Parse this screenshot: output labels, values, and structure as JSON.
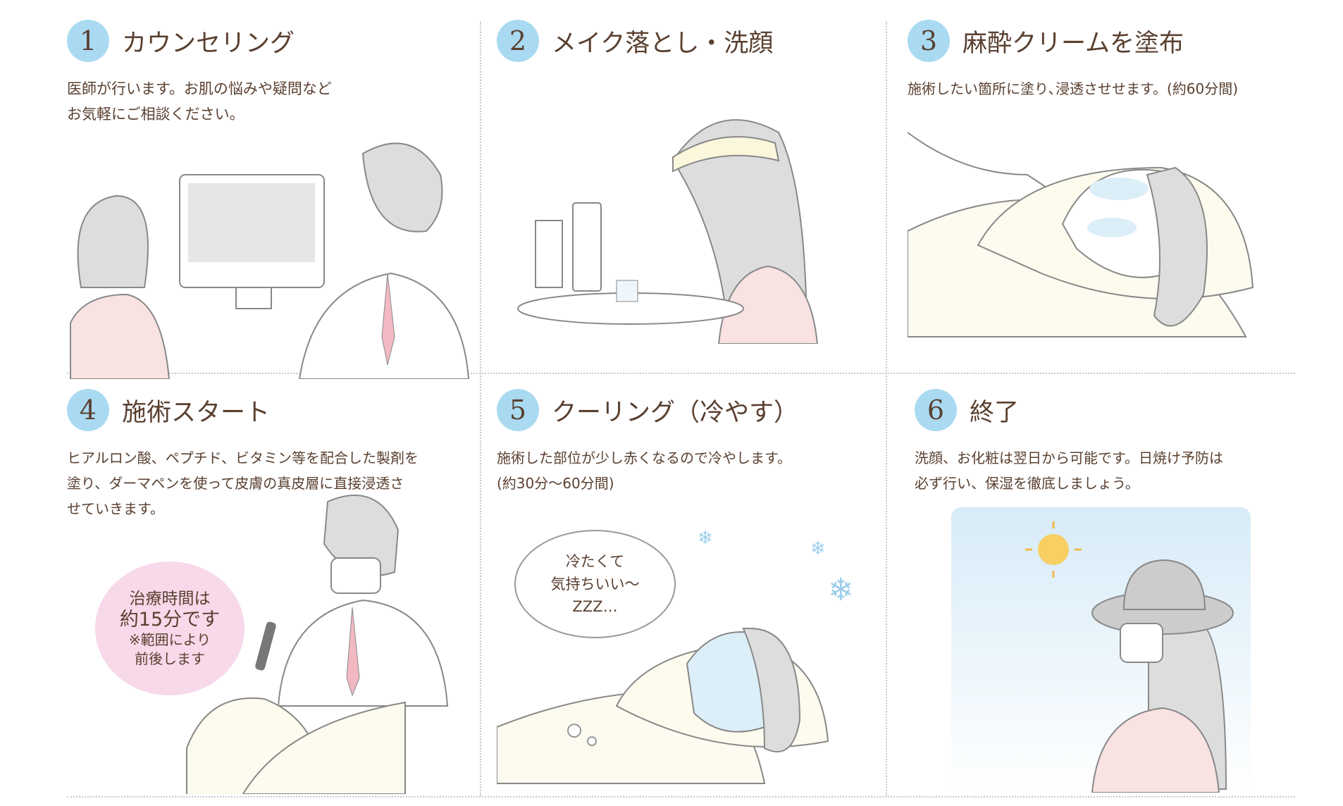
{
  "steps": [
    {
      "number": "1",
      "title": "カウンセリング",
      "description": "医師が行います。お肌の悩みや疑問など\nお気軽にご相談ください。"
    },
    {
      "number": "2",
      "title": "メイク落とし・洗顔",
      "description": ""
    },
    {
      "number": "3",
      "title": "麻酔クリームを塗布",
      "description": "施術したい箇所に塗り､浸透させせます。(約60分間)"
    },
    {
      "number": "4",
      "title": "施術スタート",
      "description": "ヒアルロン酸、ペプチド、ビタミン等を配合した製剤を\n塗り、ダーマペンを使って皮膚の真皮層に直接浸透さ\nせていきます。",
      "bubble": {
        "line1": "治療時間は",
        "line2": "約15分です",
        "note1": "※範囲により",
        "note2": "前後します"
      }
    },
    {
      "number": "5",
      "title": "クーリング（冷やす）",
      "description": "施術した部位が少し赤くなるので冷やします。\n(約30分～60分間)",
      "thought": {
        "line1": "冷たくて",
        "line2": "気持ちいい～",
        "line3": "ZZZ…"
      }
    },
    {
      "number": "6",
      "title": "終了",
      "description": "洗顔、お化粧は翌日から可能です。日焼け予防は\n必ず行い、保湿を徹底しましょう。"
    }
  ],
  "colors": {
    "accent": "#a9daf2",
    "text": "#5a4030",
    "pink": "#f7d9ea"
  }
}
